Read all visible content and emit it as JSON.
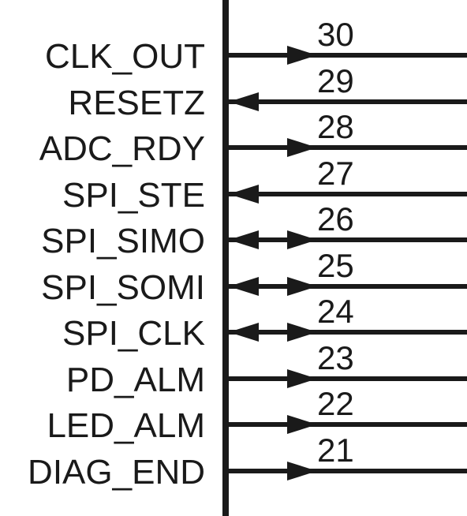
{
  "colors": {
    "stroke": "#1a1a1a",
    "background": "#ffffff"
  },
  "pins": [
    {
      "name": "CLK_OUT",
      "number": "30",
      "direction": "output"
    },
    {
      "name": "RESETZ",
      "number": "29",
      "direction": "input"
    },
    {
      "name": "ADC_RDY",
      "number": "28",
      "direction": "output"
    },
    {
      "name": "SPI_STE",
      "number": "27",
      "direction": "input"
    },
    {
      "name": "SPI_SIMO",
      "number": "26",
      "direction": "bidirectional"
    },
    {
      "name": "SPI_SOMI",
      "number": "25",
      "direction": "bidirectional"
    },
    {
      "name": "SPI_CLK",
      "number": "24",
      "direction": "bidirectional"
    },
    {
      "name": "PD_ALM",
      "number": "23",
      "direction": "output"
    },
    {
      "name": "LED_ALM",
      "number": "22",
      "direction": "output"
    },
    {
      "name": "DIAG_END",
      "number": "21",
      "direction": "output"
    }
  ]
}
